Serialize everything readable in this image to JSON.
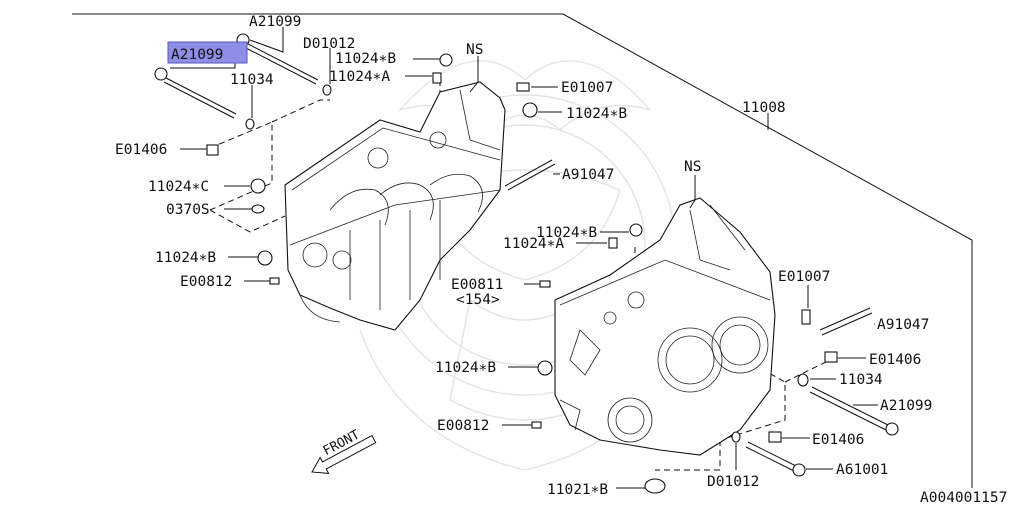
{
  "callouts": {
    "a21099_top": "A21099",
    "a21099_highlight": "A21099",
    "d01012_top": "D01012",
    "ns_left": "NS",
    "n11024_b_1": "11024∗B",
    "n11024_a_1": "11024∗A",
    "e01007_top": "E01007",
    "n11034_top": "11034",
    "n11024_b_2": "11024∗B",
    "n11008": "11008",
    "e01406_left": "E01406",
    "a91047_mid": "A91047",
    "n11024_c": "11024∗C",
    "n0370s": "0370S",
    "ns_right": "NS",
    "n11024_b_3": "11024∗B",
    "n11024_a_2": "11024∗A",
    "n11024_b_4": "11024∗B",
    "e00812_left": "E00812",
    "e00811": "E00811",
    "e00811_qty": "<154>",
    "e01007_right": "E01007",
    "a91047_right": "A91047",
    "e01406_right1": "E01406",
    "n11024_b_5": "11024∗B",
    "n11034_right": "11034",
    "a21099_right": "A21099",
    "e00812_bottom": "E00812",
    "e01406_right2": "E01406",
    "a61001": "A61001",
    "d01012_bottom": "D01012",
    "n11021_b": "11021∗B",
    "front": "FRONT",
    "diagram_id": "A004001157"
  },
  "colors": {
    "highlight": "#8e8ee6",
    "line": "#111111",
    "watermark": "#e4e4e4"
  }
}
